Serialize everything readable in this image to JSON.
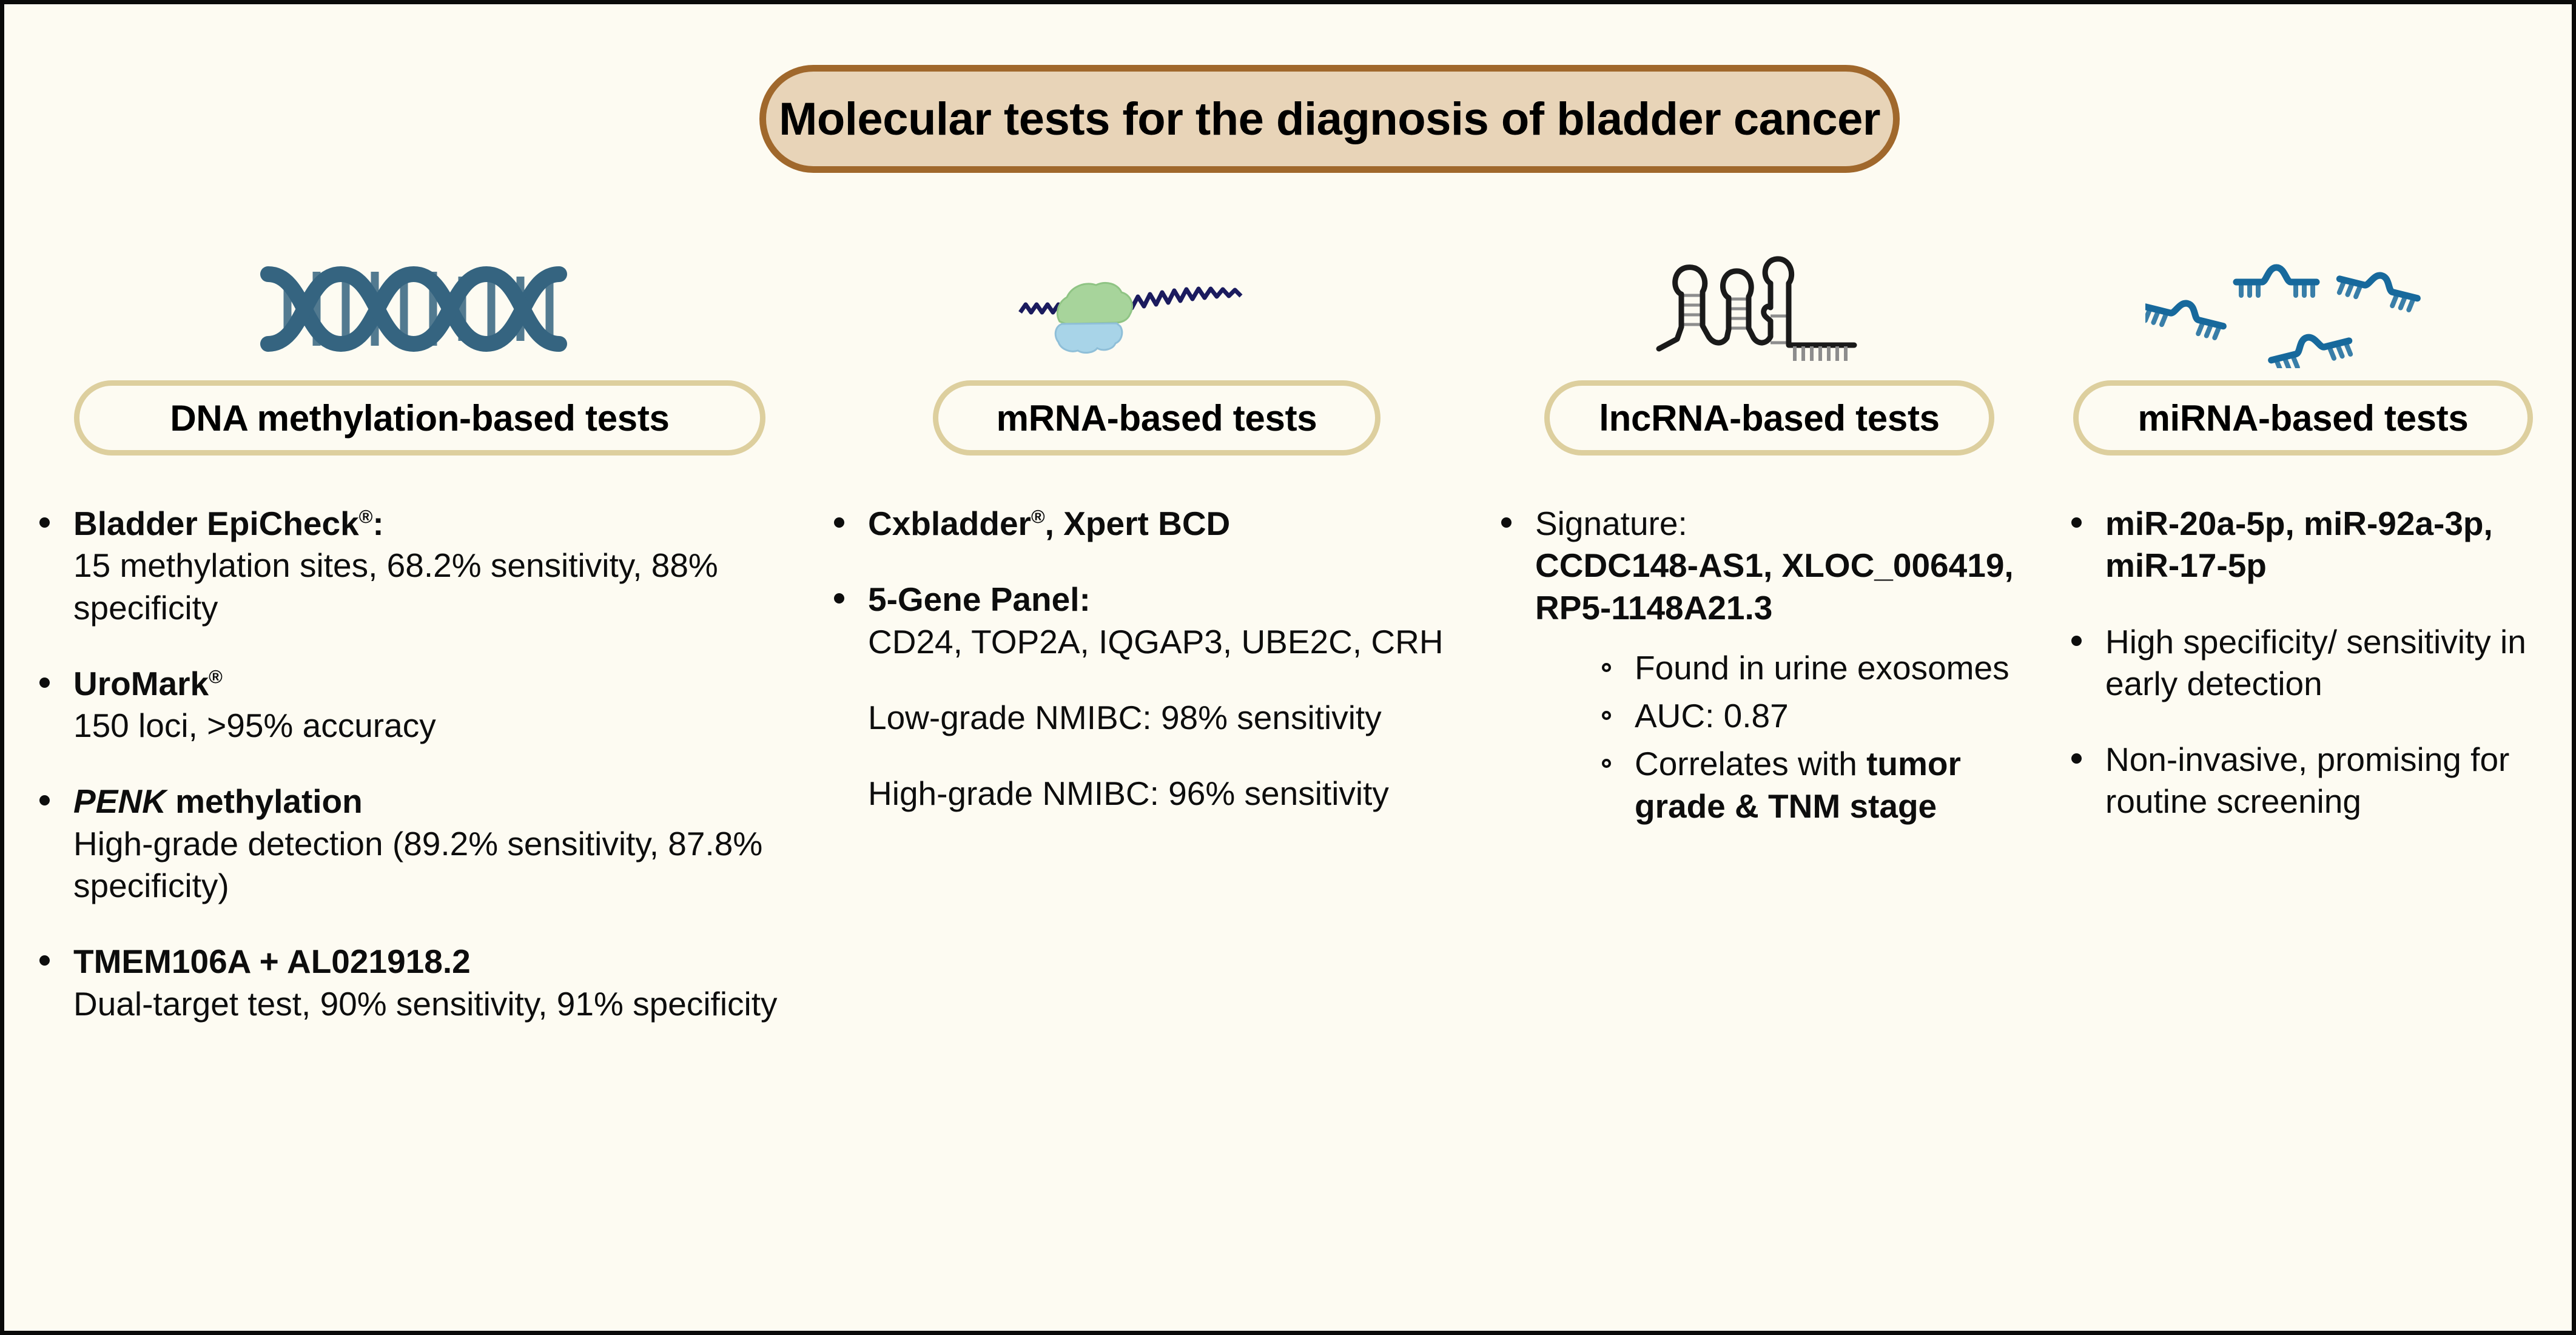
{
  "title": {
    "text": "Molecular tests for the diagnosis of bladder cancer",
    "fill_color": "#E8D4B8",
    "border_color": "#A0682C"
  },
  "theme": {
    "background": "#FDFBF2",
    "border": "#0a0a0a",
    "pill_border": "#DDCF9E",
    "dna_color": "#356480",
    "mirna_color": "#1a6severity",
    "mirna_blue": "#17699C",
    "ribosome_green": "#A7D49B",
    "ribosome_blue": "#A8D4E8",
    "mrna_strand": "#1B1B5E",
    "lncrna_black": "#1a1a1a",
    "lncrna_gray": "#8d8d8d"
  },
  "columns": [
    {
      "id": "dna",
      "icon": "dna-double-helix-icon",
      "header": "DNA methylation-based tests",
      "bullets": [
        {
          "title": "Bladder EpiCheck",
          "title_sup": "®",
          "title_suffix": ":",
          "title_bold": true,
          "body": "15 methylation sites, 68.2% sensitivity, 88% specificity"
        },
        {
          "title": "UroMark",
          "title_sup": "®",
          "title_suffix": "",
          "title_bold": true,
          "body": "150 loci, >95% accuracy"
        },
        {
          "title": "PENK",
          "title_italic": true,
          "title_rest": " methylation",
          "title_bold": true,
          "body": "High-grade detection (89.2% sensitivity, 87.8% specificity)"
        },
        {
          "title": "TMEM106A + AL021918.2",
          "title_bold": true,
          "body": "Dual-target test, 90% sensitivity, 91% specificity"
        }
      ]
    },
    {
      "id": "mrna",
      "icon": "ribosome-mrna-icon",
      "header": "mRNA-based tests",
      "bullets": [
        {
          "title": "Cxbladder",
          "title_sup": "®",
          "title_suffix": ", Xpert BCD",
          "title_bold": true,
          "body": ""
        },
        {
          "title": "5-Gene Panel",
          "title_suffix": ":",
          "title_bold": true,
          "body": "CD24, TOP2A, IQGAP3, UBE2C, CRH"
        }
      ],
      "notes": [
        "Low-grade NMIBC: 98% sensitivity",
        "High-grade NMIBC: 96% sensitivity"
      ]
    },
    {
      "id": "lncrna",
      "icon": "lncrna-stemloop-icon",
      "header": "lncRNA-based tests",
      "bullets": [
        {
          "title": "Signature:",
          "title_bold": false,
          "body_bold": "CCDC148-AS1, XLOC_006419, RP5-1148A21.3",
          "subitems": [
            {
              "text": "Found in urine exosomes"
            },
            {
              "text": "AUC: 0.87"
            },
            {
              "text_prefix": "Correlates with ",
              "text_bold": "tumor grade & TNM stage"
            }
          ]
        }
      ]
    },
    {
      "id": "mirna",
      "icon": "mirna-hairpins-icon",
      "header": "miRNA-based tests",
      "bullets": [
        {
          "title": "miR-20a-5p, miR-92a-3p, miR-17-5p",
          "title_bold": true,
          "body": ""
        },
        {
          "title": "",
          "body": "High specificity/ sensitivity in early detection"
        },
        {
          "title": "",
          "body": "Non-invasive, promising for routine screening"
        }
      ]
    }
  ]
}
